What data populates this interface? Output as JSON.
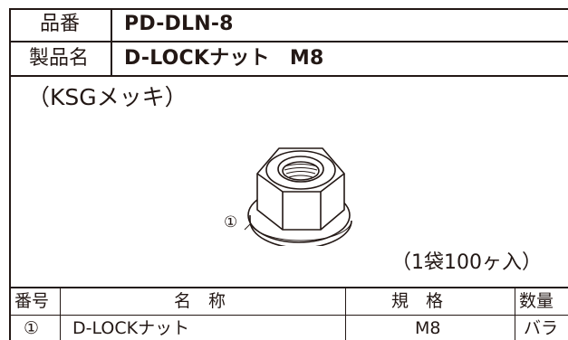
{
  "header": {
    "part_no_label": "品番",
    "part_no_value": "PD-DLN-8",
    "product_name_label": "製品名",
    "product_name_value": "D-LOCKナット　M8"
  },
  "figure": {
    "coating": "（KSGメッキ）",
    "callout_marker": "①",
    "packaging": "（1袋100ヶ入）"
  },
  "parts_table": {
    "headers": {
      "number": "番号",
      "name": "名　称",
      "spec": "規　格",
      "qty": "数量"
    },
    "rows": [
      {
        "number": "①",
        "name": "D-LOCKナット",
        "spec": "M8",
        "qty": "バラ"
      }
    ]
  }
}
